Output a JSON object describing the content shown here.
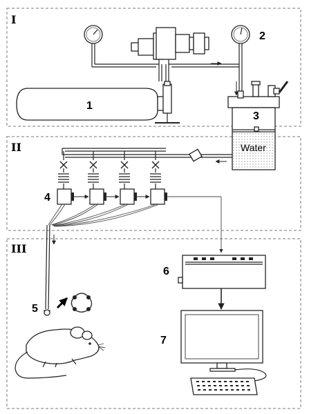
{
  "sections": [
    "I",
    "II",
    "III"
  ],
  "components": [
    "1",
    "2",
    "3",
    "4",
    "5",
    "6",
    "7"
  ],
  "tank_label": "Water"
}
